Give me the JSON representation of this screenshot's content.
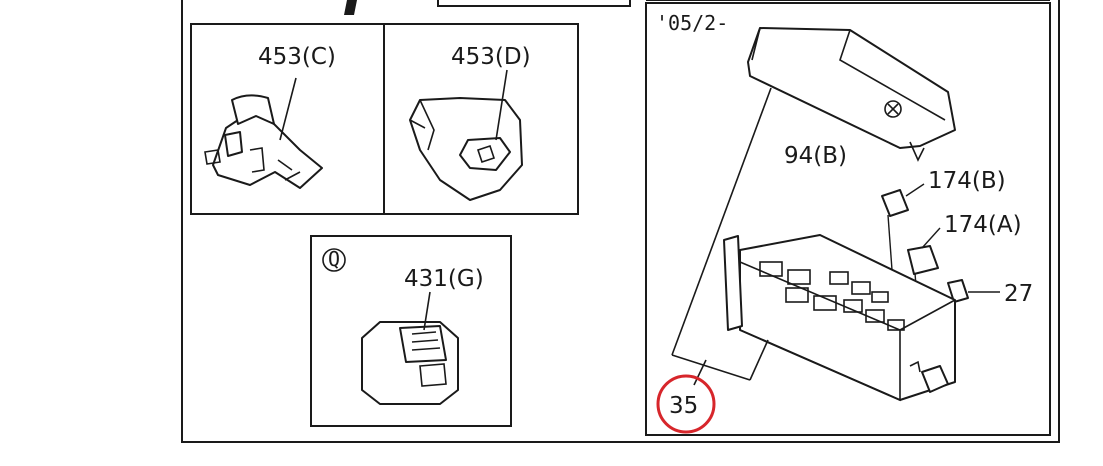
{
  "labels": {
    "p453c": "453(C)",
    "p453d": "453(D)",
    "p431g": "431(G)",
    "q": "Q",
    "date": "'05/2-",
    "p94b": "94(B)",
    "p174b": "174(B)",
    "p174a": "174(A)",
    "p27": "27",
    "p35": "35"
  },
  "colors": {
    "line": "#1a1a1a",
    "highlight": "#d7262b"
  }
}
